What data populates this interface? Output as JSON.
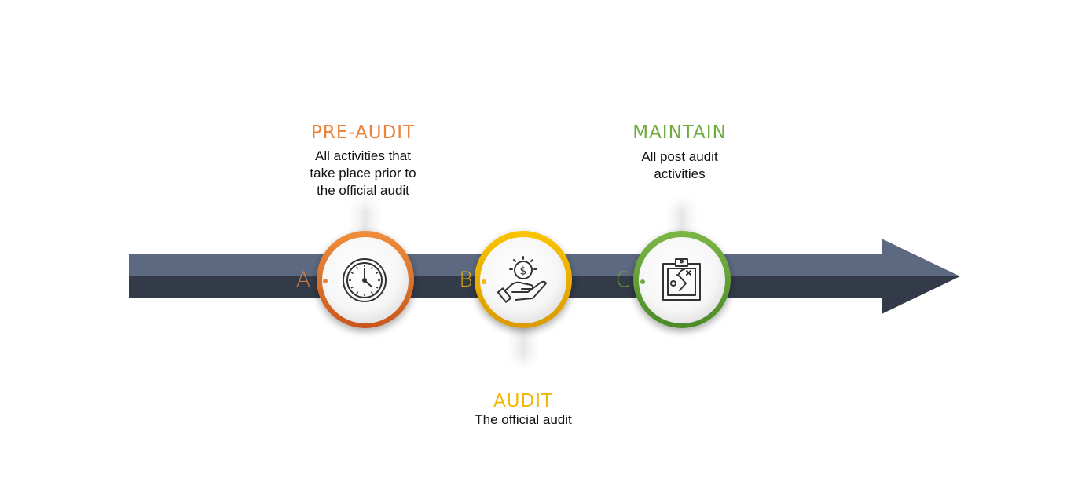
{
  "stages": [
    {
      "letter": "A",
      "title": "PRE-AUDIT",
      "description_lines": [
        "All activities that",
        "take place prior to",
        "the official audit"
      ],
      "color": "#E8833A",
      "icon": "clock-icon"
    },
    {
      "letter": "B",
      "title": "AUDIT",
      "description_lines": [
        "The official audit"
      ],
      "color": "#F2B705",
      "icon": "hand-coin-icon"
    },
    {
      "letter": "C",
      "title": "MAINTAIN",
      "description_lines": [
        "All post audit",
        "activities"
      ],
      "color": "#6FAA3E",
      "icon": "clipboard-strategy-icon"
    }
  ],
  "colors": {
    "arrow_top": "#5C6980",
    "arrow_bottom": "#333B48",
    "icon_stroke": "#333333"
  }
}
